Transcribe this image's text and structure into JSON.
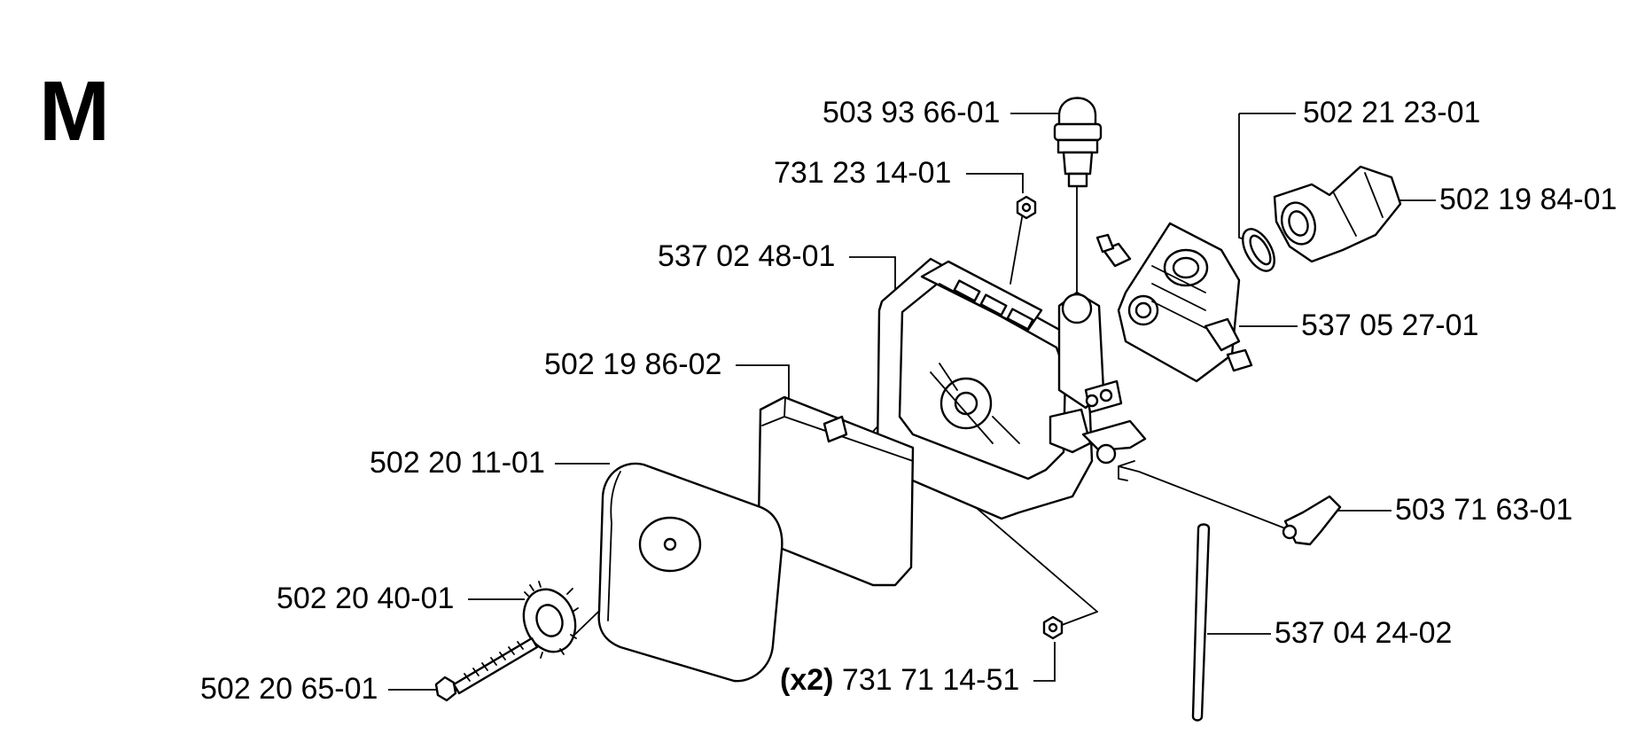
{
  "section": {
    "letter": "M"
  },
  "callouts": [
    {
      "id": "primer-bulb",
      "part_number": "503 93 66-01",
      "quantity": ""
    },
    {
      "id": "nut-top",
      "part_number": "731 23 14-01",
      "quantity": ""
    },
    {
      "id": "air-filter-housing",
      "part_number": "537 02 48-01",
      "quantity": ""
    },
    {
      "id": "pre-filter",
      "part_number": "502 19 86-02",
      "quantity": ""
    },
    {
      "id": "air-filter",
      "part_number": "502 20 11-01",
      "quantity": ""
    },
    {
      "id": "knob",
      "part_number": "502 20 40-01",
      "quantity": ""
    },
    {
      "id": "screw",
      "part_number": "502 20 65-01",
      "quantity": ""
    },
    {
      "id": "nut-bottom",
      "part_number": "731 71 14-51",
      "quantity": "(x2)"
    },
    {
      "id": "hose",
      "part_number": "537 04 24-02",
      "quantity": ""
    },
    {
      "id": "choke-rod",
      "part_number": "503 71 63-01",
      "quantity": ""
    },
    {
      "id": "carburetor",
      "part_number": "537 05 27-01",
      "quantity": ""
    },
    {
      "id": "intake-elbow",
      "part_number": "502 19 84-01",
      "quantity": ""
    },
    {
      "id": "seal-ring",
      "part_number": "502 21 23-01",
      "quantity": ""
    }
  ]
}
